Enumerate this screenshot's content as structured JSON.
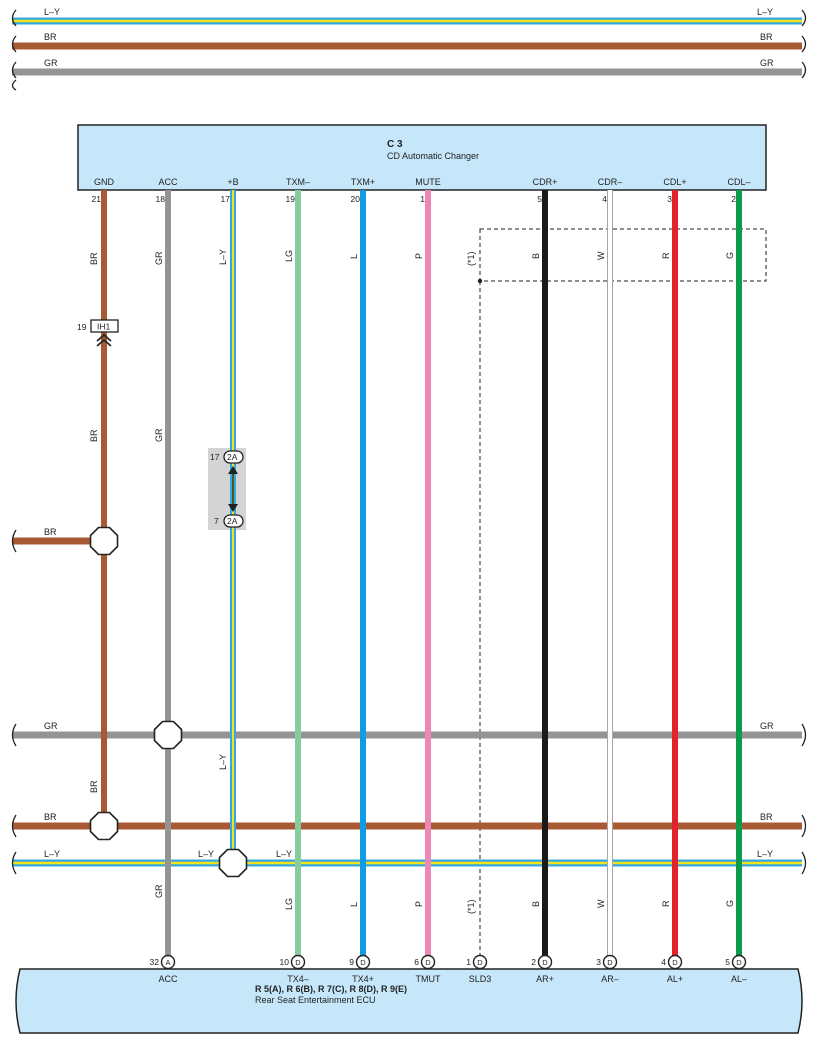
{
  "top_wires": [
    {
      "color": "L-Y",
      "label": "L–Y"
    },
    {
      "color": "BR",
      "label": "BR"
    },
    {
      "color": "GR",
      "label": "GR"
    }
  ],
  "upper_component": {
    "code": "C 3",
    "name": "CD Automatic Changer"
  },
  "lower_component": {
    "code": "R 5(A), R 6(B), R 7(C), R 8(D), R 9(E)",
    "name": "Rear Seat Entertainment ECU"
  },
  "upper_pins": [
    {
      "label": "GND",
      "num": "21"
    },
    {
      "label": "ACC",
      "num": "18"
    },
    {
      "label": "+B",
      "num": "17"
    },
    {
      "label": "TXM–",
      "num": "19"
    },
    {
      "label": "TXM+",
      "num": "20"
    },
    {
      "label": "MUTE",
      "num": "1"
    },
    {
      "label": "CDR+",
      "num": "5"
    },
    {
      "label": "CDR–",
      "num": "4"
    },
    {
      "label": "CDL+",
      "num": "3"
    },
    {
      "label": "CDL–",
      "num": "2"
    }
  ],
  "lower_pins": [
    {
      "label": "ACC",
      "num": "32",
      "connector": "A"
    },
    {
      "label": "TX4–",
      "num": "10",
      "connector": "D"
    },
    {
      "label": "TX4+",
      "num": "9",
      "connector": "D"
    },
    {
      "label": "TMUT",
      "num": "6",
      "connector": "D"
    },
    {
      "label": "SLD3",
      "num": "1",
      "connector": "D"
    },
    {
      "label": "AR+",
      "num": "2",
      "connector": "D"
    },
    {
      "label": "AR–",
      "num": "3",
      "connector": "D"
    },
    {
      "label": "AL+",
      "num": "4",
      "connector": "D"
    },
    {
      "label": "AL–",
      "num": "5",
      "connector": "D"
    }
  ],
  "wire_codes": {
    "gnd": "BR",
    "acc": "GR",
    "plus_b": "L–Y",
    "txm_minus": "LG",
    "txm_plus": "L",
    "mute": "P",
    "shield": "(*1)",
    "cdr_plus": "B",
    "cdr_minus": "W",
    "cdl_plus": "R",
    "cdl_minus": "G"
  },
  "connectors": {
    "ih1_pin": "19",
    "ih1_label": "IH1",
    "j2a_top_pin": "17",
    "j2a_bottom_pin": "7",
    "j2a_label": "2A"
  },
  "side_wires": {
    "br_left": "BR",
    "gr_left": "GR",
    "gr_right": "GR",
    "br_mid_left": "BR",
    "br_mid_right": "BR",
    "ly_left": "L–Y",
    "ly_mid_a": "L–Y",
    "ly_mid_b": "L–Y",
    "ly_right": "L–Y"
  },
  "colors": {
    "br": "#a85a35",
    "gr": "#949494",
    "ly_blue": "#33a8e0",
    "ly_yellow": "#f4e21c",
    "lg": "#86cd9c",
    "l": "#109be3",
    "p": "#eb88b7",
    "b": "#1a1a1a",
    "w": "#ffffff",
    "r": "#e4222c",
    "g": "#0d9b49",
    "component_fill": "#c6e7fa"
  }
}
